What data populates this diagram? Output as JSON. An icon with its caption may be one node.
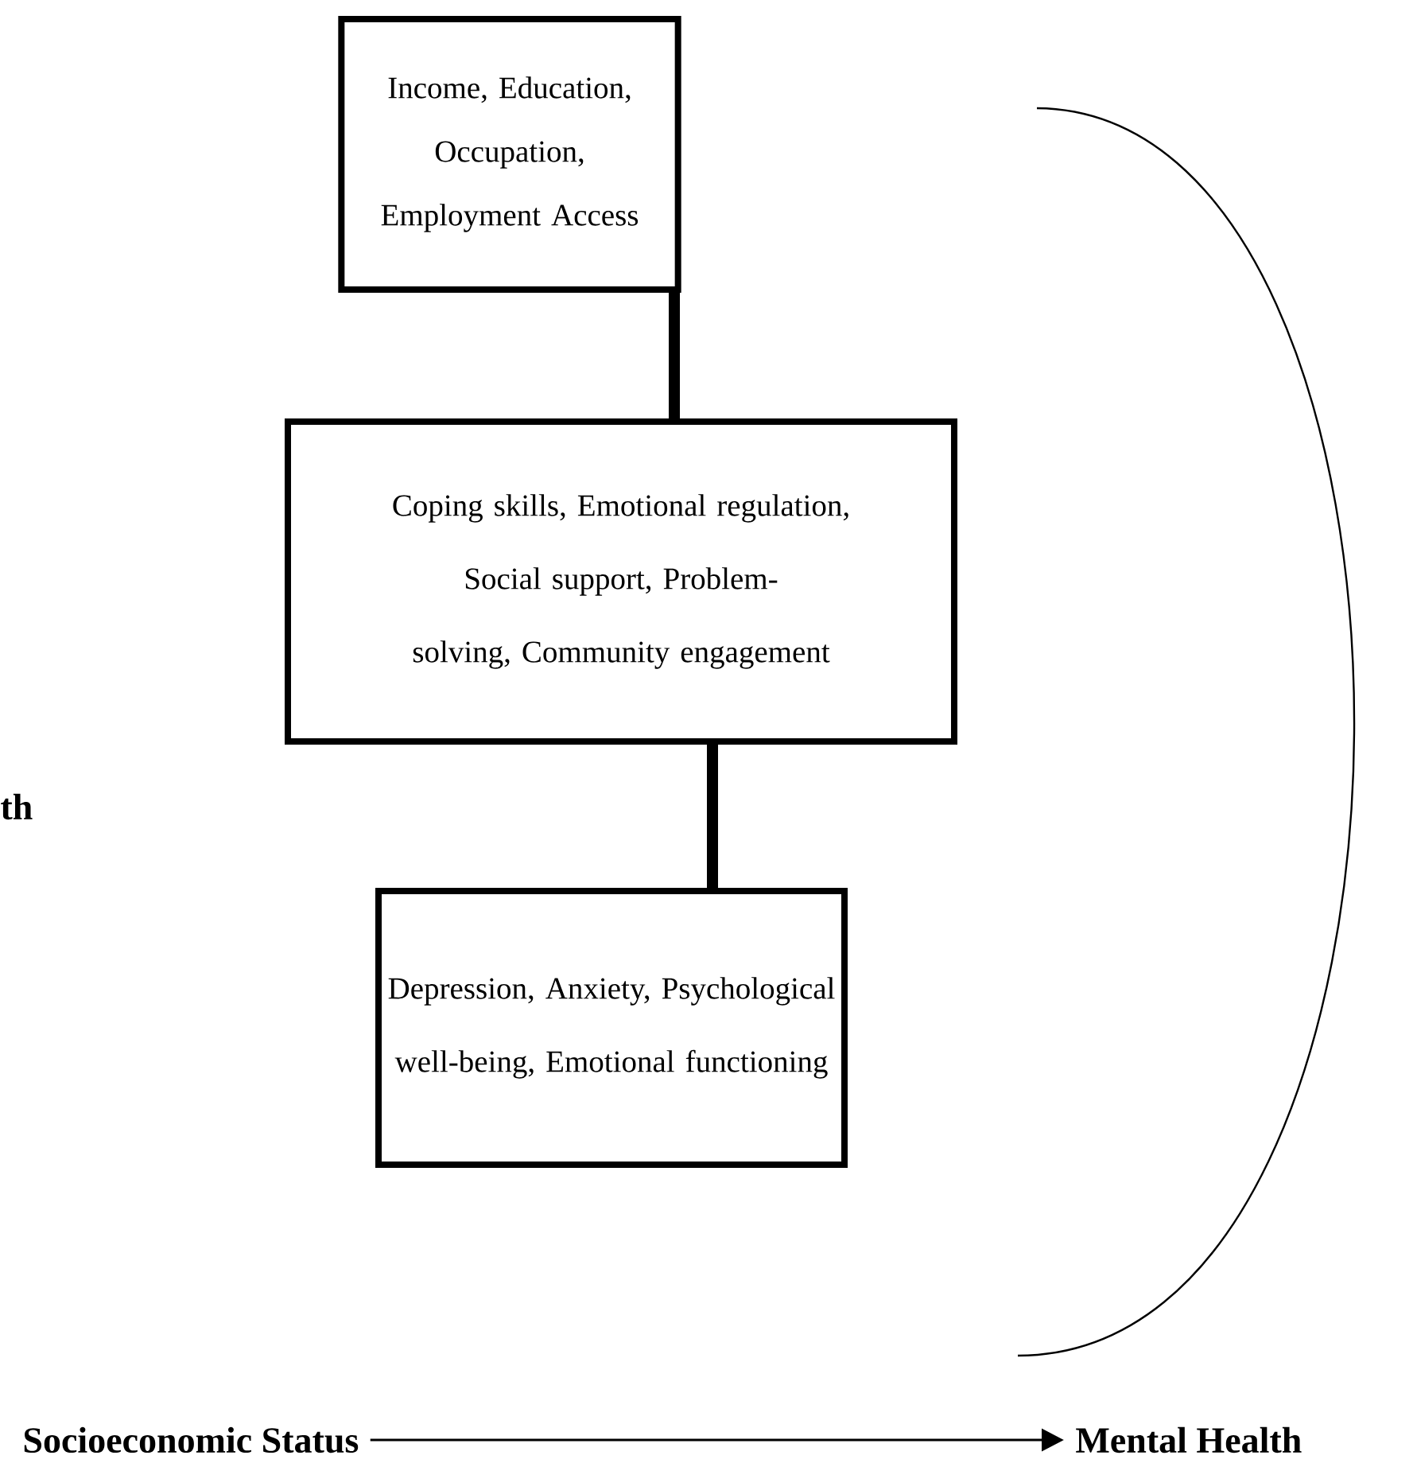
{
  "diagram": {
    "nodes": [
      {
        "text": [
          "Income, Education, Occupation, Employment Access"
        ]
      },
      {
        "text": [
          "Coping skills, Emotional regulation, Social support, Problem- solving, Community engagement"
        ]
      },
      {
        "text": [
          "Depression, Anxiety, Psychological well-being, Emotional functioning"
        ]
      },
      {
        "text": [
          "Socioeconomic Status"
        ]
      },
      {
        "text": [
          "Mental Health"
        ]
      }
    ],
    "edges": [
      {
        "from": 0,
        "to": 1,
        "arrow": "none"
      },
      {
        "from": 1,
        "to": 2,
        "arrow": "none"
      },
      {
        "from": 3,
        "to": 4,
        "arrow": "to"
      }
    ],
    "labels": [
      "th"
    ]
  }
}
